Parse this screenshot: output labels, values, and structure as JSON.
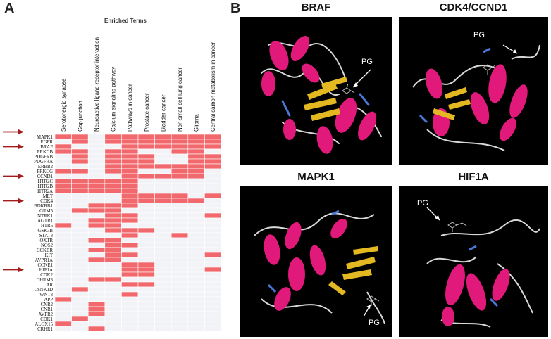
{
  "panel_a": {
    "label": "A",
    "title": "Enriched Terms",
    "terms": [
      "Serotonergic synapse",
      "Gap junction",
      "Neuroactive ligand-receptor interaction",
      "Calcium signaling pathway",
      "Pathways in cancer",
      "Prostate cancer",
      "Bladder cancer",
      "Non-small cell lung cancer",
      "Glioma",
      "Central carbon metabolism in cancer"
    ],
    "genes": [
      "MAPK1",
      "EGFR",
      "BRAF",
      "PRKCB",
      "PDGFRB",
      "PDGFRA",
      "ERBB2",
      "PRKCG",
      "CCND1",
      "HTR2C",
      "HTR2B",
      "HTR2A",
      "MET",
      "CDK4",
      "BDKRB1",
      "GRM5",
      "NTRK1",
      "AGTR1",
      "HTR6",
      "GSK3B",
      "STAT3",
      "OXTR",
      "NOS2",
      "CCKBR",
      "KIT",
      "AVPR1A",
      "CCNE1",
      "HIF1A",
      "CDK2",
      "CHRM3",
      "AR",
      "CSNK1D",
      "WNT3",
      "APP",
      "CNR2",
      "CNR1",
      "AVPR2",
      "CDK1",
      "ALOX15",
      "CRHR1"
    ],
    "arrow_genes": [
      "MAPK1",
      "BRAF",
      "CCND1",
      "CDK4",
      "HIF1A"
    ],
    "colors": {
      "filled": "#f2696d",
      "empty": "#f2f3f7",
      "arrow": "#a31b1b",
      "grid": "#ffffff"
    }
  },
  "chart_data": {
    "type": "heatmap",
    "x": [
      "Serotonergic synapse",
      "Gap junction",
      "Neuroactive ligand-receptor interaction",
      "Calcium signaling pathway",
      "Pathways in cancer",
      "Prostate cancer",
      "Bladder cancer",
      "Non-small cell lung cancer",
      "Glioma",
      "Central carbon metabolism in cancer"
    ],
    "y": [
      "MAPK1",
      "EGFR",
      "BRAF",
      "PRKCB",
      "PDGFRB",
      "PDGFRA",
      "ERBB2",
      "PRKCG",
      "CCND1",
      "HTR2C",
      "HTR2B",
      "HTR2A",
      "MET",
      "CDK4",
      "BDKRB1",
      "GRM5",
      "NTRK1",
      "AGTR1",
      "HTR6",
      "GSK3B",
      "STAT3",
      "OXTR",
      "NOS2",
      "CCKBR",
      "KIT",
      "AVPR1A",
      "CCNE1",
      "HIF1A",
      "CDK2",
      "CHRM3",
      "AR",
      "CSNK1D",
      "WNT3",
      "APP",
      "CNR2",
      "CNR1",
      "AVPR2",
      "CDK1",
      "ALOX15",
      "CRHR1"
    ],
    "values": [
      [
        1,
        1,
        0,
        1,
        1,
        1,
        1,
        1,
        1,
        1
      ],
      [
        0,
        1,
        0,
        1,
        1,
        1,
        1,
        1,
        1,
        1
      ],
      [
        1,
        0,
        0,
        0,
        1,
        1,
        1,
        1,
        1,
        1
      ],
      [
        1,
        1,
        0,
        1,
        1,
        0,
        0,
        1,
        1,
        0
      ],
      [
        0,
        1,
        0,
        1,
        1,
        1,
        0,
        0,
        1,
        1
      ],
      [
        0,
        1,
        0,
        1,
        1,
        1,
        0,
        0,
        1,
        1
      ],
      [
        0,
        0,
        0,
        1,
        1,
        1,
        1,
        1,
        1,
        1
      ],
      [
        1,
        1,
        0,
        1,
        1,
        0,
        0,
        1,
        1,
        0
      ],
      [
        0,
        0,
        0,
        0,
        1,
        1,
        1,
        1,
        1,
        0
      ],
      [
        1,
        1,
        1,
        1,
        1,
        0,
        0,
        0,
        0,
        0
      ],
      [
        1,
        1,
        1,
        1,
        1,
        0,
        0,
        0,
        0,
        0
      ],
      [
        1,
        1,
        1,
        1,
        1,
        0,
        0,
        0,
        0,
        0
      ],
      [
        0,
        0,
        0,
        0,
        1,
        1,
        1,
        1,
        0,
        1
      ],
      [
        0,
        0,
        0,
        0,
        1,
        1,
        1,
        1,
        1,
        0
      ],
      [
        0,
        0,
        1,
        1,
        1,
        0,
        0,
        0,
        0,
        0
      ],
      [
        0,
        1,
        1,
        1,
        0,
        0,
        0,
        0,
        0,
        0
      ],
      [
        0,
        0,
        0,
        1,
        1,
        0,
        0,
        0,
        0,
        1
      ],
      [
        0,
        0,
        1,
        1,
        1,
        0,
        0,
        0,
        0,
        0
      ],
      [
        1,
        0,
        1,
        1,
        0,
        0,
        0,
        0,
        0,
        0
      ],
      [
        0,
        0,
        0,
        1,
        1,
        1,
        0,
        0,
        0,
        0
      ],
      [
        0,
        0,
        0,
        0,
        1,
        0,
        0,
        1,
        0,
        0
      ],
      [
        0,
        0,
        1,
        1,
        0,
        0,
        0,
        0,
        0,
        0
      ],
      [
        0,
        0,
        0,
        1,
        1,
        0,
        0,
        0,
        0,
        0
      ],
      [
        0,
        0,
        1,
        1,
        0,
        0,
        0,
        0,
        0,
        0
      ],
      [
        0,
        0,
        0,
        1,
        1,
        0,
        0,
        0,
        0,
        1
      ],
      [
        0,
        0,
        1,
        1,
        0,
        0,
        0,
        0,
        0,
        0
      ],
      [
        0,
        0,
        0,
        0,
        1,
        1,
        0,
        0,
        0,
        0
      ],
      [
        0,
        0,
        0,
        0,
        1,
        1,
        0,
        0,
        0,
        1
      ],
      [
        0,
        0,
        0,
        0,
        1,
        1,
        0,
        0,
        0,
        0
      ],
      [
        0,
        0,
        1,
        1,
        0,
        0,
        0,
        0,
        0,
        0
      ],
      [
        0,
        0,
        0,
        0,
        1,
        1,
        0,
        0,
        0,
        0
      ],
      [
        0,
        1,
        0,
        0,
        0,
        0,
        0,
        0,
        0,
        0
      ],
      [
        0,
        0,
        0,
        0,
        1,
        0,
        0,
        0,
        0,
        0
      ],
      [
        1,
        0,
        0,
        0,
        0,
        0,
        0,
        0,
        0,
        0
      ],
      [
        0,
        0,
        1,
        0,
        0,
        0,
        0,
        0,
        0,
        0
      ],
      [
        0,
        0,
        1,
        0,
        0,
        0,
        0,
        0,
        0,
        0
      ],
      [
        0,
        0,
        1,
        0,
        0,
        0,
        0,
        0,
        0,
        0
      ],
      [
        0,
        1,
        0,
        0,
        0,
        0,
        0,
        0,
        0,
        0
      ],
      [
        1,
        0,
        0,
        0,
        0,
        0,
        0,
        0,
        0,
        0
      ],
      [
        0,
        0,
        1,
        0,
        0,
        0,
        0,
        0,
        0,
        0
      ]
    ]
  },
  "panel_b": {
    "label": "B",
    "proteins": [
      {
        "name": "BRAF",
        "pg": "PG"
      },
      {
        "name": "CDK4/CCND1",
        "pg": "PG"
      },
      {
        "name": "MAPK1",
        "pg": "PG"
      },
      {
        "name": "HIF1A",
        "pg": "PG"
      }
    ],
    "colors": {
      "helix": "#e0197a",
      "sheet": "#e4b820",
      "loop": "#d8d8d8",
      "turn": "#4a78d8",
      "bg": "#000000"
    }
  }
}
